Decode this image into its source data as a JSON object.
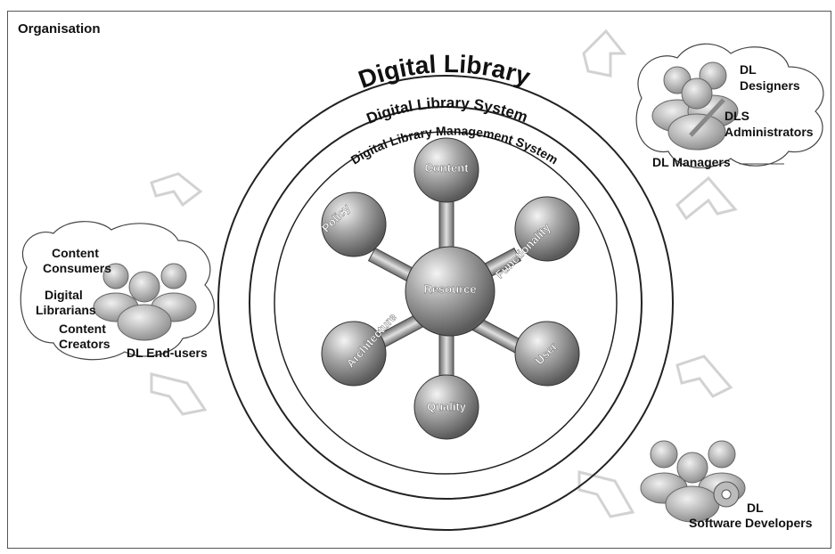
{
  "organisation": {
    "label": "Organisation"
  },
  "rings": {
    "outer": "Digital Library",
    "middle": "Digital Library System",
    "inner": "Digital Library Management System"
  },
  "hub": {
    "label": "Resource"
  },
  "spokes": [
    "Content",
    "Functionality",
    "User",
    "Quality",
    "Architecture",
    "Policy"
  ],
  "actors": {
    "managers": {
      "designers": "DL Designers",
      "designers_l1": "DL",
      "designers_l2": "Designers",
      "admins_l1": "DLS",
      "admins_l2": "Administrators",
      "managers": "DL Managers"
    },
    "end_users": {
      "consumers_l1": "Content",
      "consumers_l2": "Consumers",
      "librarians_l1": "Digital",
      "librarians_l2": "Librarians",
      "creators_l1": "Content",
      "creators_l2": "Creators",
      "end_users": "DL End-users"
    },
    "developers": {
      "l1": "DL",
      "l2": "Software Developers"
    }
  },
  "colors": {
    "sphere": "#9a9a9a",
    "ring": "#222222",
    "cloud": "#444444",
    "arrow": "#d8d8d8"
  }
}
